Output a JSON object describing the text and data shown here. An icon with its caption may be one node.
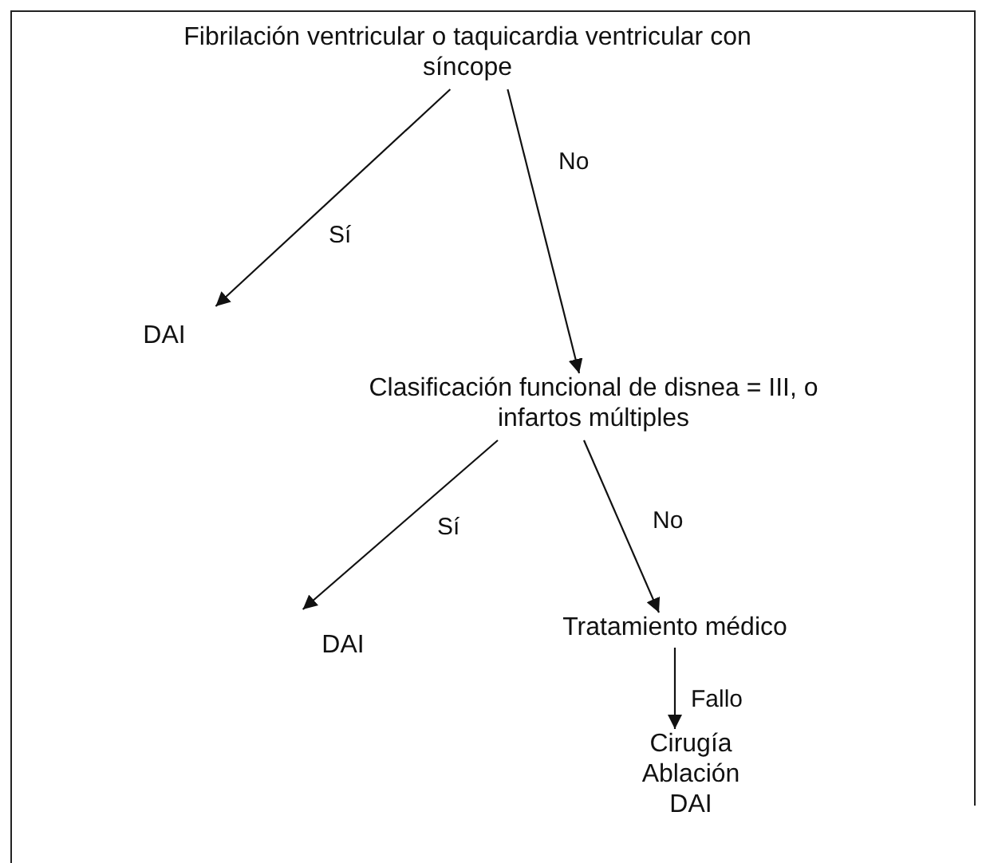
{
  "diagram": {
    "nodes": [
      {
        "text": [
          "Fibrilación ventricular o taquicardia ventricular con síncope"
        ]
      },
      {
        "text": [
          "DAI"
        ]
      },
      {
        "text": [
          "Clasificación funcional de disnea = III, o infartos múltiples"
        ]
      },
      {
        "text": [
          "DAI"
        ]
      },
      {
        "text": [
          "Tratamiento médico"
        ]
      },
      {
        "text": [
          "Cirugía",
          "Ablación",
          "DAI"
        ]
      }
    ],
    "edges": [
      {
        "from": 0,
        "to": 1,
        "arrow": "to",
        "label": "Sí"
      },
      {
        "from": 0,
        "to": 2,
        "arrow": "to",
        "label": "No"
      },
      {
        "from": 2,
        "to": 3,
        "arrow": "to",
        "label": "Sí"
      },
      {
        "from": 2,
        "to": 4,
        "arrow": "to",
        "label": "No"
      },
      {
        "from": 4,
        "to": 5,
        "arrow": "to",
        "label": "Fallo"
      }
    ]
  }
}
